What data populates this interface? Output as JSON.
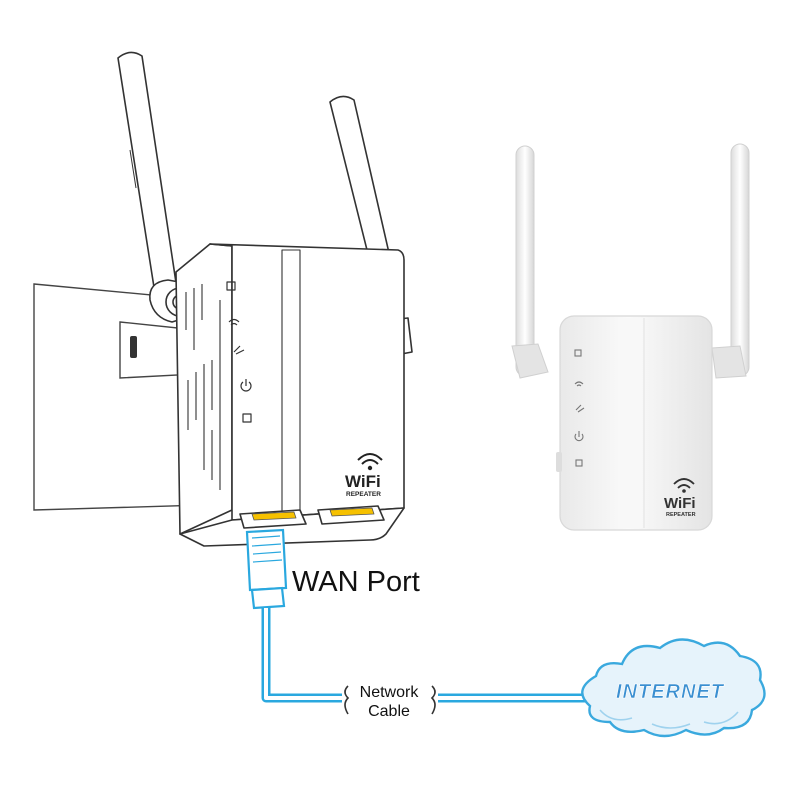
{
  "labels": {
    "wan_port": "WAN Port",
    "cable_line1": "Network",
    "cable_line2": "Cable",
    "internet": "INTERNET"
  },
  "device_badge": {
    "brand": "WiFi",
    "model": "REPEATER"
  },
  "colors": {
    "cable": "#2aa8df",
    "cable_inner": "#ffffff",
    "cloud_fill": "#e6f3fb",
    "cloud_stroke": "#3aa9de",
    "internet_text": "#3a8fd1",
    "outline": "#333333",
    "device_photo": "#f2f2f2"
  }
}
